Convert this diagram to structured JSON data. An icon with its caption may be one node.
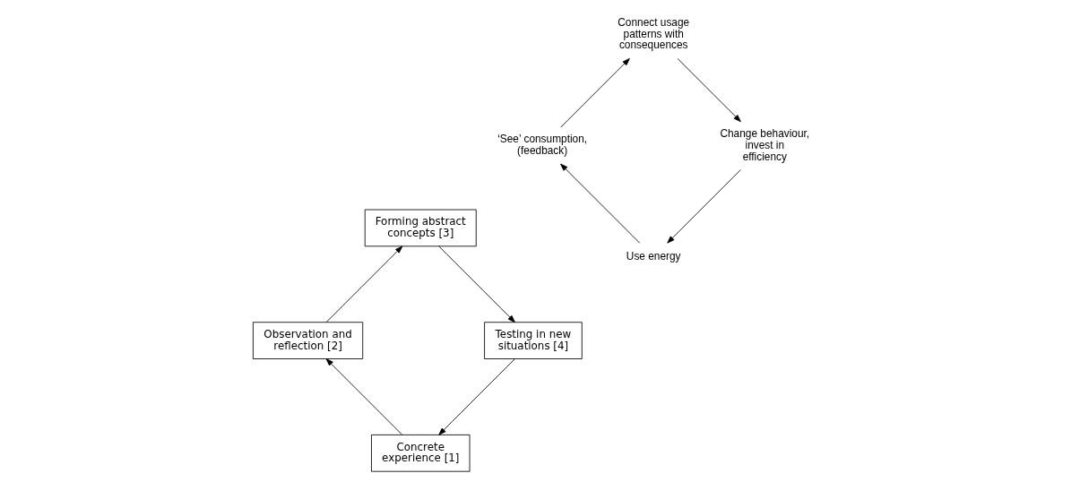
{
  "diagram": {
    "nodes": [
      {
        "text": [
          "Concrete experience [1]"
        ]
      },
      {
        "text": [
          "Observation and reflection [2]"
        ]
      },
      {
        "text": [
          "Forming abstract concepts [3]"
        ]
      },
      {
        "text": [
          "Testing in new situations [4]"
        ]
      },
      {
        "text": [
          "Use energy"
        ]
      },
      {
        "text": [
          "‘See’ consumption, (feedback)"
        ]
      },
      {
        "text": [
          "Connect usage patterns with consequences"
        ]
      },
      {
        "text": [
          "Change behaviour, invest in efficiency"
        ]
      }
    ],
    "edges": [
      {
        "from": 0,
        "to": 1,
        "arrow": "to"
      },
      {
        "from": 1,
        "to": 2,
        "arrow": "to"
      },
      {
        "from": 2,
        "to": 3,
        "arrow": "to"
      },
      {
        "from": 3,
        "to": 0,
        "arrow": "to"
      },
      {
        "from": 4,
        "to": 5,
        "arrow": "to"
      },
      {
        "from": 5,
        "to": 6,
        "arrow": "to"
      },
      {
        "from": 6,
        "to": 7,
        "arrow": "to"
      },
      {
        "from": 7,
        "to": 4,
        "arrow": "to"
      }
    ]
  }
}
